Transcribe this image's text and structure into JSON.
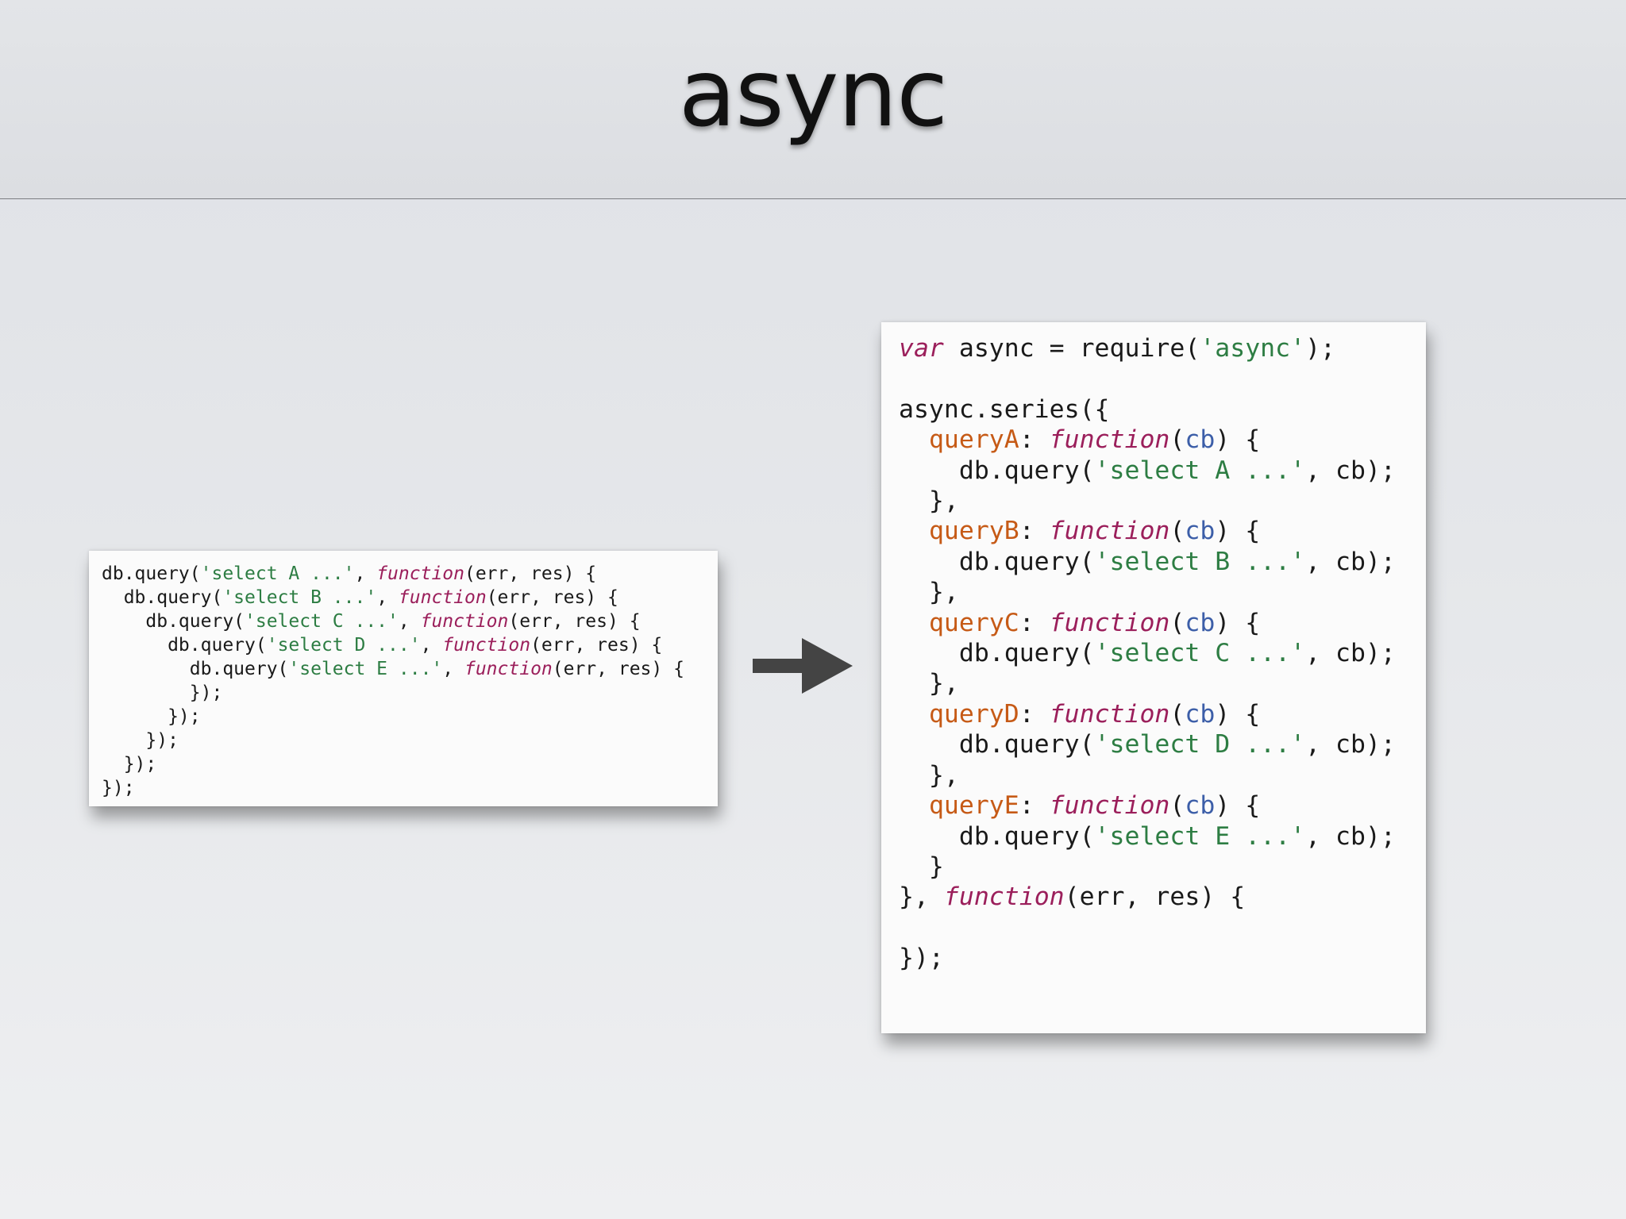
{
  "slide": {
    "title": "async"
  },
  "left_code": {
    "lines": [
      "db.query('select A ...', function(err, res) {",
      "  db.query('select B ...', function(err, res) {",
      "    db.query('select C ...', function(err, res) {",
      "      db.query('select D ...', function(err, res) {",
      "        db.query('select E ...', function(err, res) {",
      "        });",
      "      });",
      "    });",
      "  });",
      "});"
    ]
  },
  "right_code": {
    "lines": [
      "var async = require('async');",
      "",
      "async.series({",
      "  queryA: function(cb) {",
      "    db.query('select A ...', cb);",
      "  },",
      "  queryB: function(cb) {",
      "    db.query('select B ...', cb);",
      "  },",
      "  queryC: function(cb) {",
      "    db.query('select C ...', cb);",
      "  },",
      "  queryD: function(cb) {",
      "    db.query('select D ...', cb);",
      "  },",
      "  queryE: function(cb) {",
      "    db.query('select E ...', cb);",
      "  }",
      "}, function(err, res) {",
      "",
      "});"
    ]
  },
  "arrow": {
    "icon": "right-arrow-icon",
    "color": "#444444"
  },
  "colors": {
    "keyword": "#9b1f5b",
    "string": "#2d7d43",
    "property": "#c65a16",
    "param": "#3c5ea8"
  }
}
